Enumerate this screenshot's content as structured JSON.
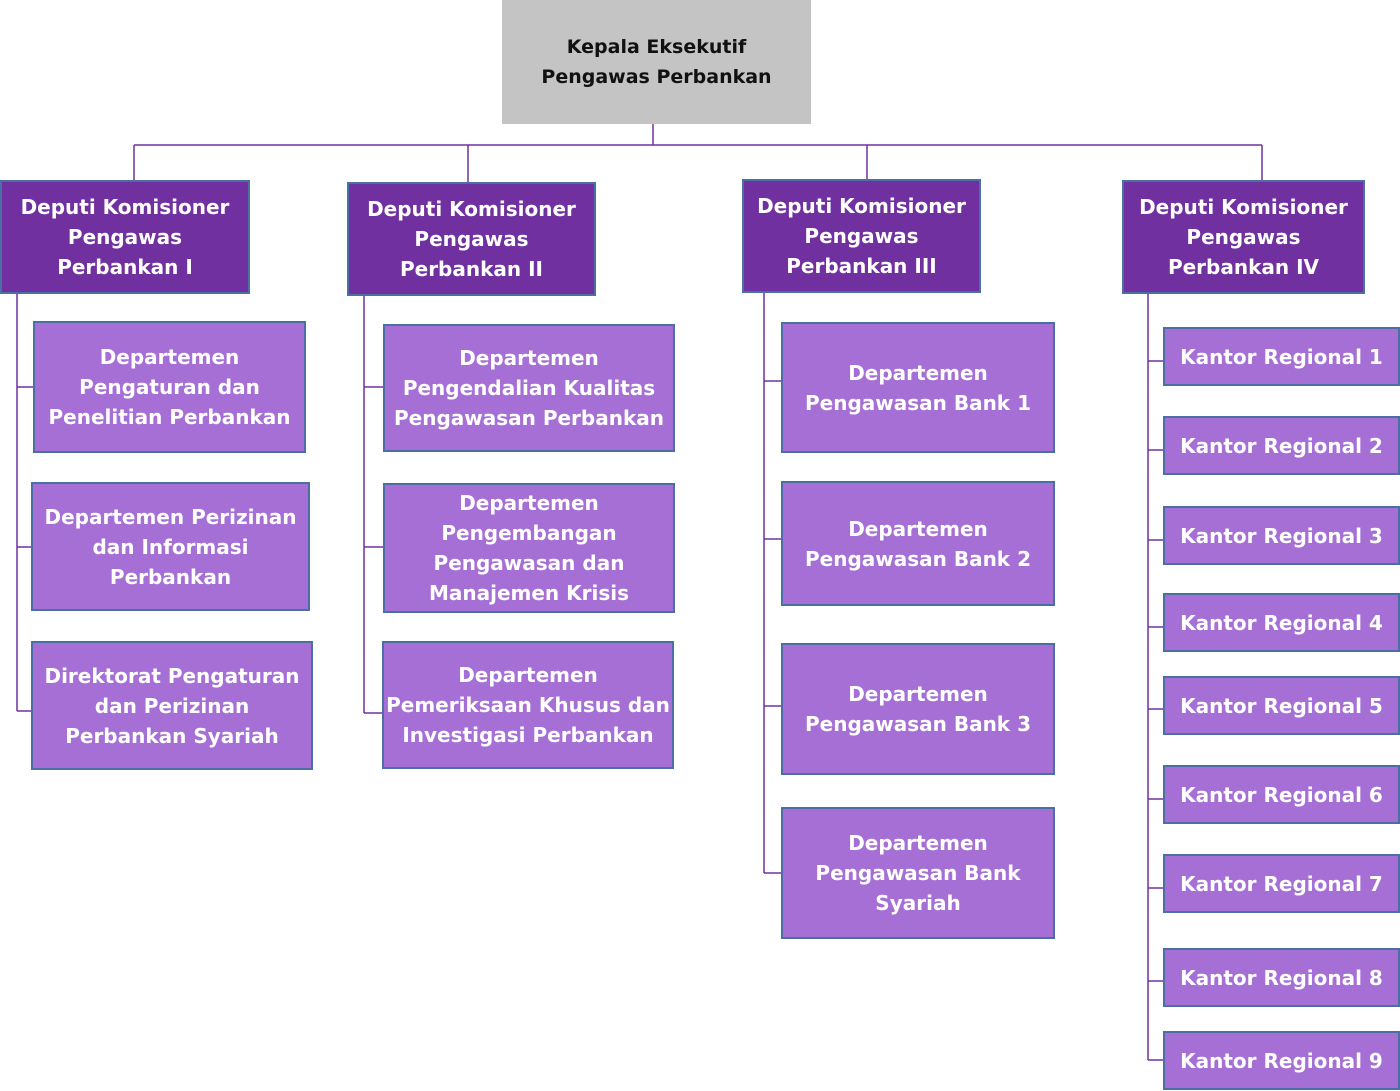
{
  "colors": {
    "root_fill": "#c4c4c4",
    "deputy_fill": "#7030a0",
    "unit_fill": "#a56fd6",
    "connector": "#7030a0",
    "box_border": "#4a6fa5"
  },
  "root": {
    "label": "Kepala Eksekutif\nPengawas Perbankan"
  },
  "deputies": [
    {
      "label": "Deputi Komisioner\nPengawas\nPerbankan I",
      "units": [
        "Departemen\nPengaturan dan\nPenelitian Perbankan",
        "Departemen Perizinan\ndan Informasi\nPerbankan",
        "Direktorat Pengaturan\ndan Perizinan\nPerbankan Syariah"
      ]
    },
    {
      "label": "Deputi Komisioner\nPengawas\nPerbankan II",
      "units": [
        "Departemen\nPengendalian Kualitas\nPengawasan Perbankan",
        "Departemen\nPengembangan\nPengawasan dan\nManajemen Krisis",
        "Departemen\nPemeriksaan Khusus dan\nInvestigasi Perbankan"
      ]
    },
    {
      "label": "Deputi Komisioner\nPengawas\nPerbankan III",
      "units": [
        "Departemen\nPengawasan Bank 1",
        "Departemen\nPengawasan Bank 2",
        "Departemen\nPengawasan Bank 3",
        "Departemen\nPengawasan Bank\nSyariah"
      ]
    },
    {
      "label": "Deputi Komisioner\nPengawas\nPerbankan IV",
      "units": [
        "Kantor Regional 1",
        "Kantor Regional 2",
        "Kantor Regional 3",
        "Kantor Regional 4",
        "Kantor Regional 5",
        "Kantor Regional 6",
        "Kantor Regional 7",
        "Kantor Regional 8",
        "Kantor Regional 9"
      ]
    }
  ]
}
